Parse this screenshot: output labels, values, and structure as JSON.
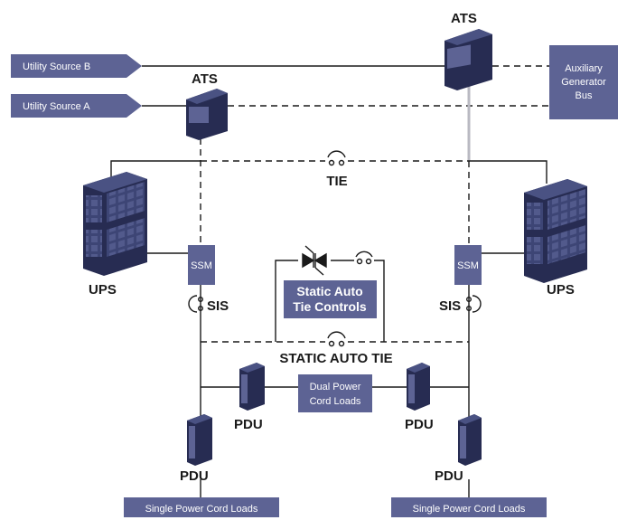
{
  "colors": {
    "navy": "#3a4170",
    "navy_dark": "#272c52",
    "box_bg": "#5d6394",
    "line": "#1a1a1a",
    "gray_line": "#b9b9c2"
  },
  "sources": {
    "utility_b": "Utility Source B",
    "utility_a": "Utility Source A"
  },
  "ats_labels": {
    "top_right": "ATS",
    "left": "ATS"
  },
  "aux_generator": [
    "Auxiliary",
    "Generator",
    "Bus"
  ],
  "tie": "TIE",
  "ups_labels": {
    "left": "UPS",
    "right": "UPS"
  },
  "ssm_labels": {
    "left": "SSM",
    "right": "SSM"
  },
  "sis_labels": {
    "left": "SIS",
    "right": "SIS"
  },
  "static_auto_tie_controls": [
    "Static Auto",
    "Tie Controls"
  ],
  "static_auto_tie": "STATIC AUTO TIE",
  "dual_power": [
    "Dual Power",
    "Cord Loads"
  ],
  "pdu_labels": {
    "inner_left": "PDU",
    "inner_right": "PDU",
    "outer_left": "PDU",
    "outer_right": "PDU"
  },
  "single_loads": {
    "left": "Single Power Cord Loads",
    "right": "Single Power Cord Loads"
  }
}
